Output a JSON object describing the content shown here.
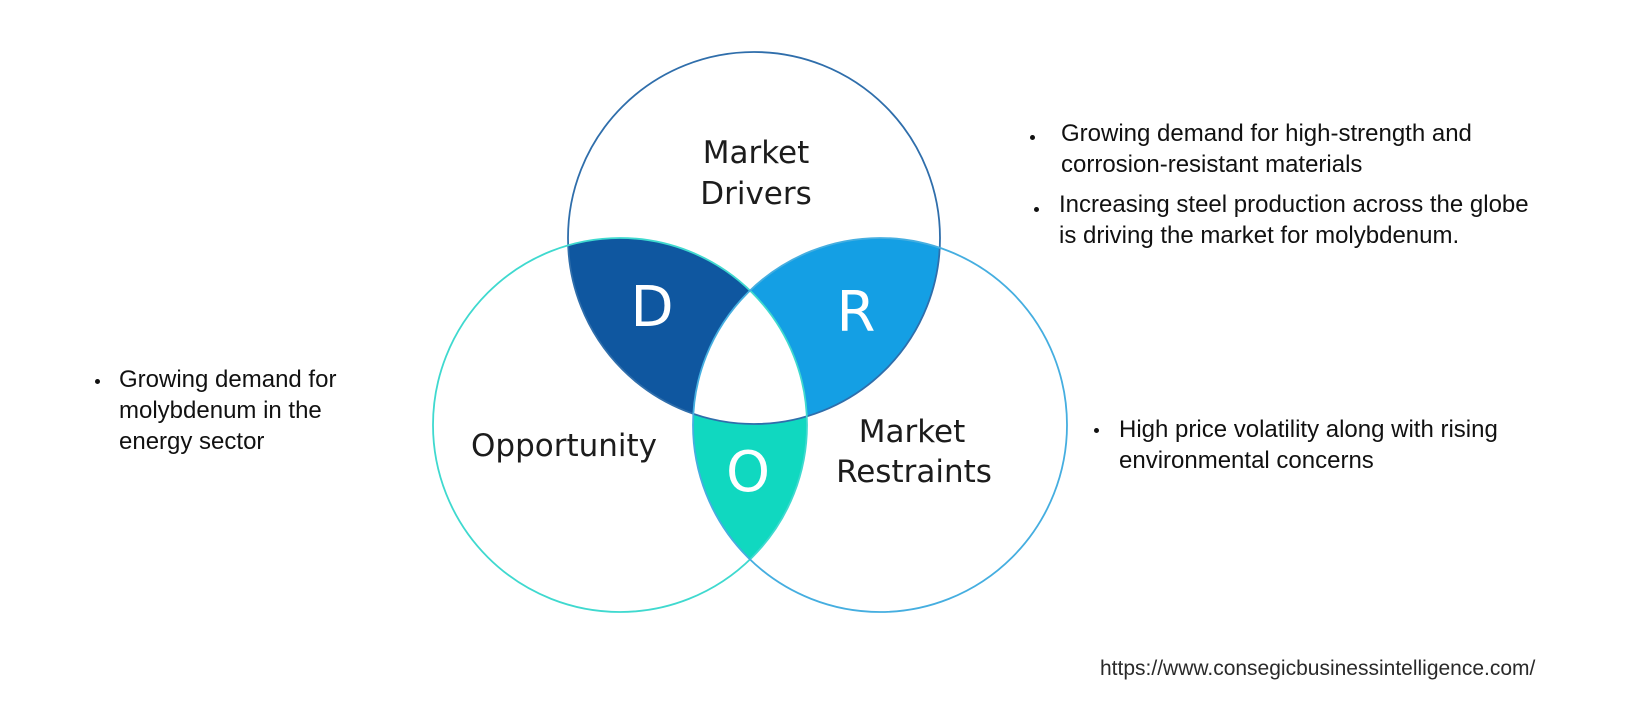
{
  "diagram": {
    "circles": {
      "drivers": {
        "label_line1": "Market",
        "label_line2": "Drivers",
        "stroke": "#2f6eab"
      },
      "opportunity": {
        "label": "Opportunity",
        "stroke": "#3fd9cf"
      },
      "restraints": {
        "label_line1": "Market",
        "label_line2": "Restraints",
        "stroke": "#45aee0"
      }
    },
    "overlaps": {
      "d": {
        "letter": "D",
        "fill": "#0f57a0"
      },
      "r": {
        "letter": "R",
        "fill": "#149fe4"
      },
      "o": {
        "letter": "O",
        "fill": "#10d8c0"
      }
    }
  },
  "bullets": {
    "drivers": [
      "Growing demand for high-strength and corrosion-resistant materials",
      "Increasing steel production across the globe is driving the market for molybdenum."
    ],
    "opportunity": [
      "Growing demand for molybdenum in the energy sector"
    ],
    "restraints": [
      "High price volatility along with rising environmental concerns"
    ]
  },
  "source_url": "https://www.consegicbusinessintelligence.com/"
}
